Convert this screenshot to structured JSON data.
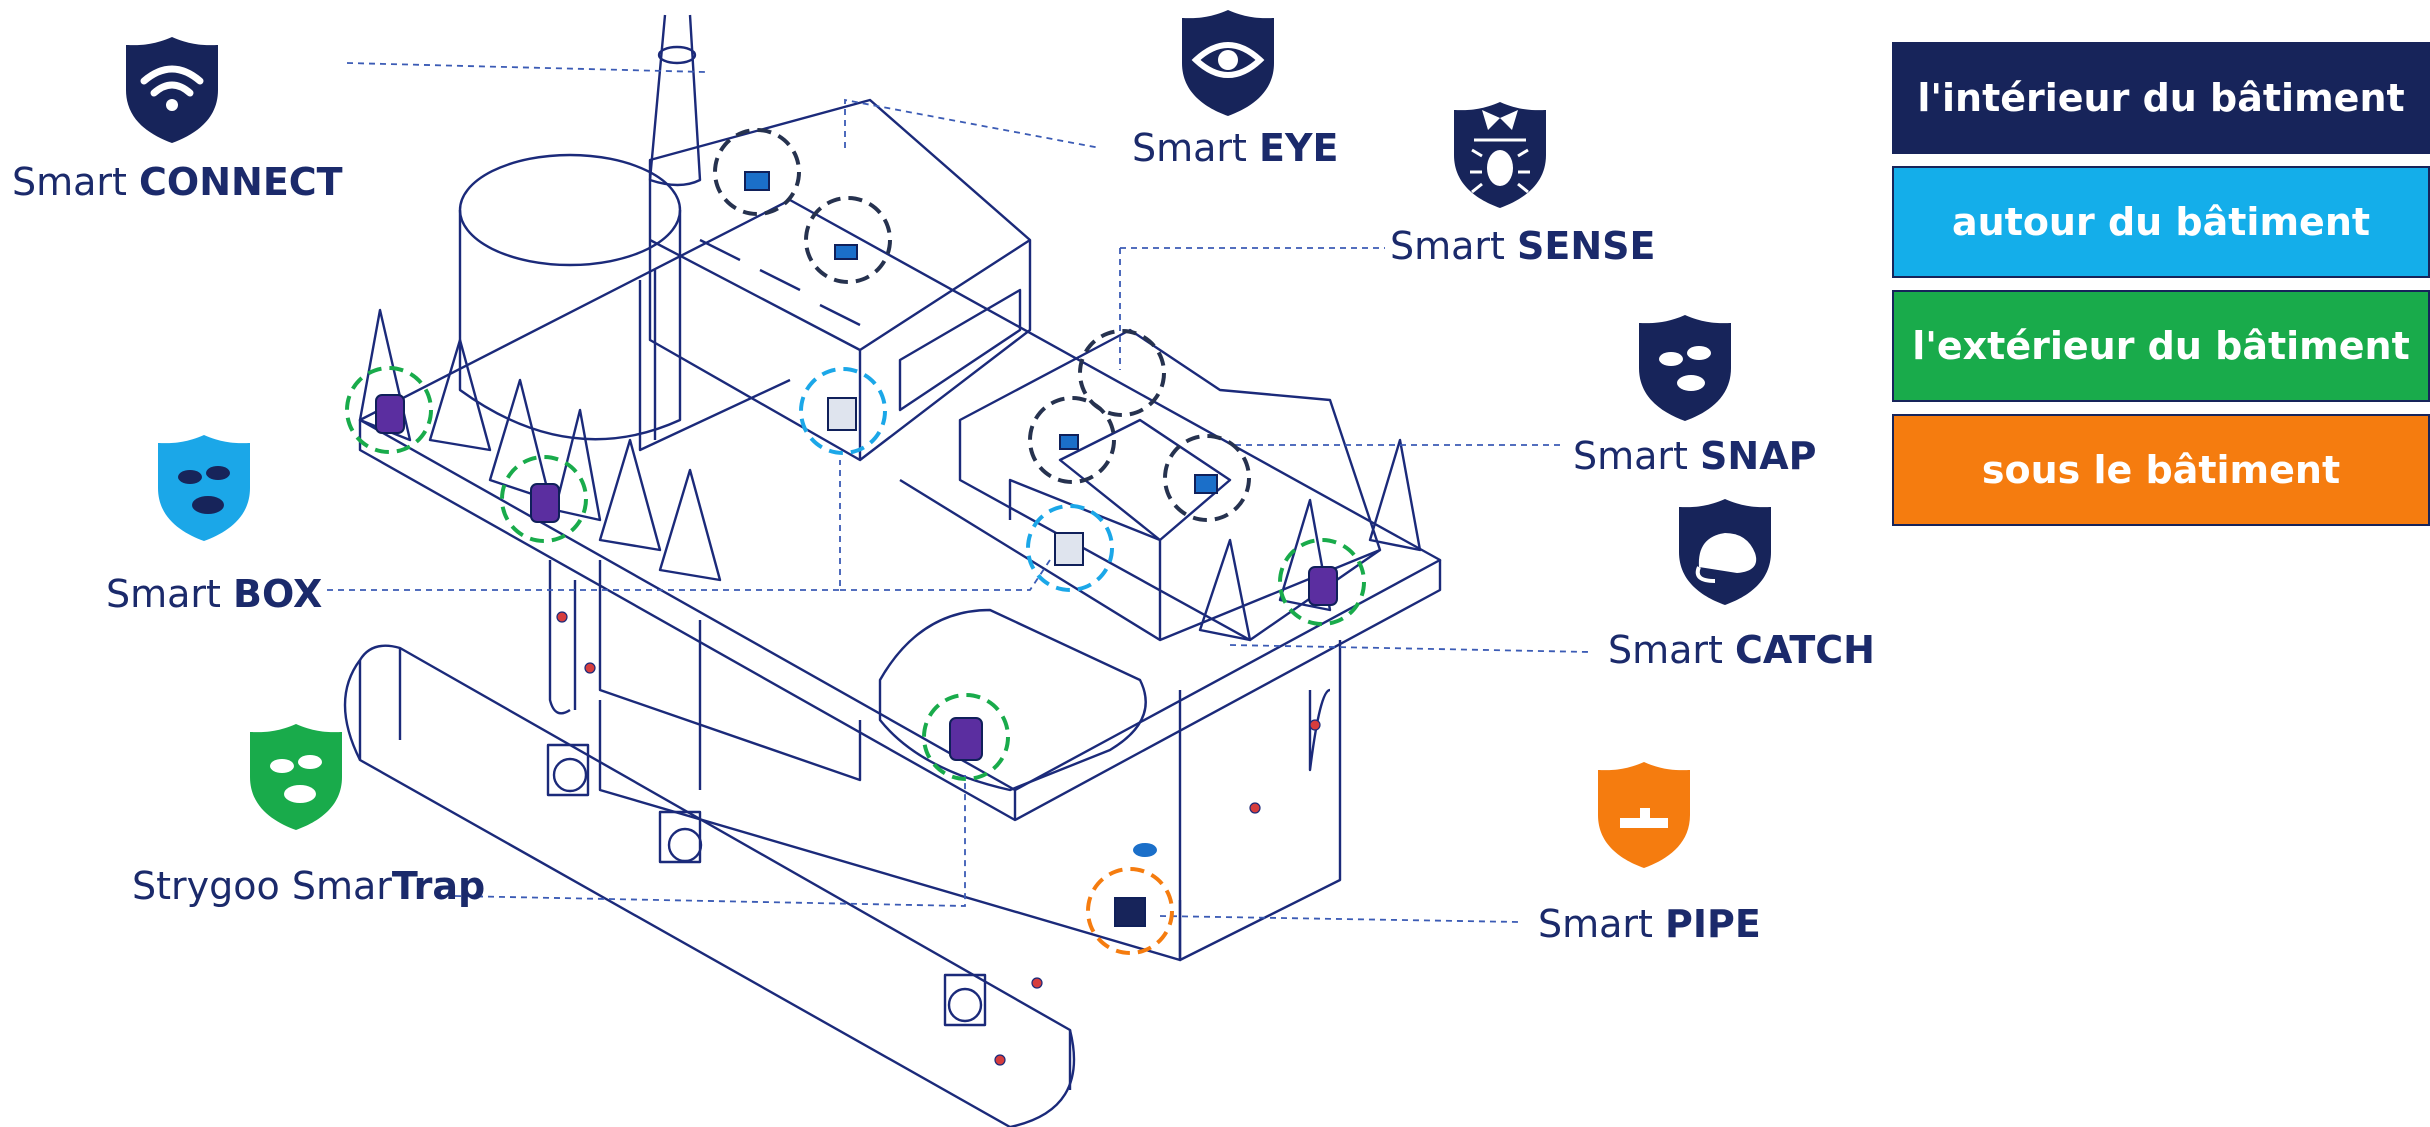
{
  "products": {
    "connect": {
      "prefix": "Smart ",
      "name": "CONNECT",
      "icon": "wifi-icon",
      "color": "#17245a"
    },
    "eye": {
      "prefix": "Smart ",
      "name": "EYE",
      "icon": "eye-icon",
      "color": "#17245a"
    },
    "sense": {
      "prefix": "Smart ",
      "name": "SENSE",
      "icon": "insect-icon",
      "color": "#17245a"
    },
    "snap": {
      "prefix": "Smart ",
      "name": "SNAP",
      "icon": "mice-icon",
      "color": "#17245a"
    },
    "catch": {
      "prefix": "Smart ",
      "name": "CATCH",
      "icon": "rat-icon",
      "color": "#17245a"
    },
    "box": {
      "prefix": "Smart ",
      "name": "BOX",
      "icon": "mice-icon",
      "color": "#1ba7e8"
    },
    "trap": {
      "prefix": "Strygoo Smar",
      "name": "Trap",
      "icon": "mice-icon",
      "color": "#19ab4b"
    },
    "pipe": {
      "prefix": "Smart ",
      "name": "PIPE",
      "icon": "pipe-icon",
      "color": "#f57c0f"
    }
  },
  "legend": [
    {
      "label": "l'intérieur du bâtiment",
      "color": "#17245a"
    },
    {
      "label": "autour du bâtiment",
      "color": "#14aeea"
    },
    {
      "label": "l'extérieur du bâtiment",
      "color": "#19ab4b"
    },
    {
      "label": "sous le bâtiment",
      "color": "#f57c0f"
    }
  ]
}
